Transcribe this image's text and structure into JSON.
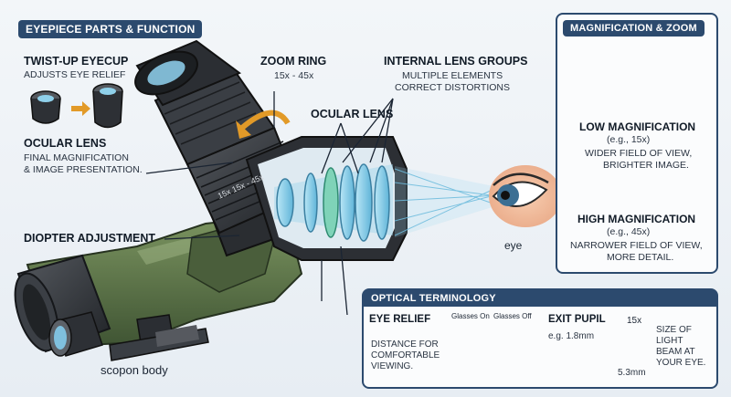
{
  "header": {
    "title": "EYEPIECE PARTS & FUNCTION"
  },
  "labels": {
    "eyecup_title": "TWIST-UP EYECUP",
    "eyecup_desc": "ADJUSTS EYE RELIEF",
    "zoom_title": "ZOOM RING",
    "zoom_range": "15x - 45x",
    "ocular_title_left": "OCULAR LENS",
    "ocular_desc_1": "FINAL MAGNIFICATION",
    "ocular_desc_2": "& IMAGE PRESENTATION.",
    "ocular_title_mid": "OCULAR LENS",
    "internal_title": "INTERNAL LENS GROUPS",
    "internal_desc_1": "MULTIPLE ELEMENTS",
    "internal_desc_2": "CORRECT DISTORTIONS",
    "diopter_title": "DIOPTER ADJUSTMENT",
    "eye": "eye",
    "body": "scopon body",
    "ring_engraving": "15x  15x - 45x"
  },
  "magnification": {
    "title": "MAGNIFICATION & ZOOM",
    "low_title": "LOW MAGNIFICATION",
    "low_example": "(e.g., 15x)",
    "low_desc_1": "WIDER FIELD OF VIEW,",
    "low_desc_2": "BRIGHTER IMAGE.",
    "high_title": "HIGH MAGNIFICATION",
    "high_example": "(e.g., 45x)",
    "high_desc_1": "NARROWER FIELD OF VIEW,",
    "high_desc_2": "MORE DETAIL."
  },
  "terminology": {
    "title": "OPTICAL TERMINOLOGY",
    "eye_relief_title": "EYE RELIEF",
    "glasses_on": "Glasses On",
    "glasses_off": "Glasses Off",
    "eye_relief_desc": [
      "DISTANCE FOR",
      "COMFORTABLE",
      "VIEWING."
    ],
    "exit_pupil_title": "EXIT PUPIL",
    "exit_example": "e.g. 1.8mm",
    "exit_mag": "15x",
    "exit_size": "5.3mm",
    "exit_desc": [
      "SIZE OF",
      "LIGHT",
      "BEAM AT",
      "YOUR EYE."
    ]
  },
  "colors": {
    "accent": "#2c4a6e",
    "scope_green": "#5f7a4c",
    "scope_dark": "#2f3237",
    "lens_blue": "#8fd0ea"
  }
}
